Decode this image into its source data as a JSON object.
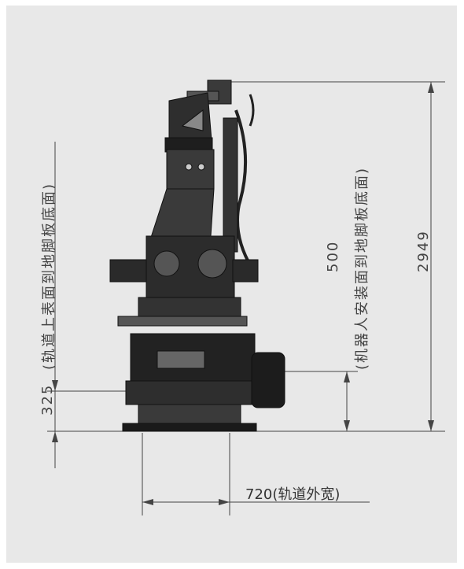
{
  "colors": {
    "background": "#e8e8e8",
    "line": "#333333",
    "robot": "#2a2a2a"
  },
  "dimensions": {
    "height_total": "2949",
    "rail_height": "500",
    "rail_height_note": "(机器人安装面到地脚板底面)",
    "base_height": "325",
    "base_height_note": "(轨道上表面到地脚板底面)",
    "rail_width": "720(轨道外宽)"
  }
}
